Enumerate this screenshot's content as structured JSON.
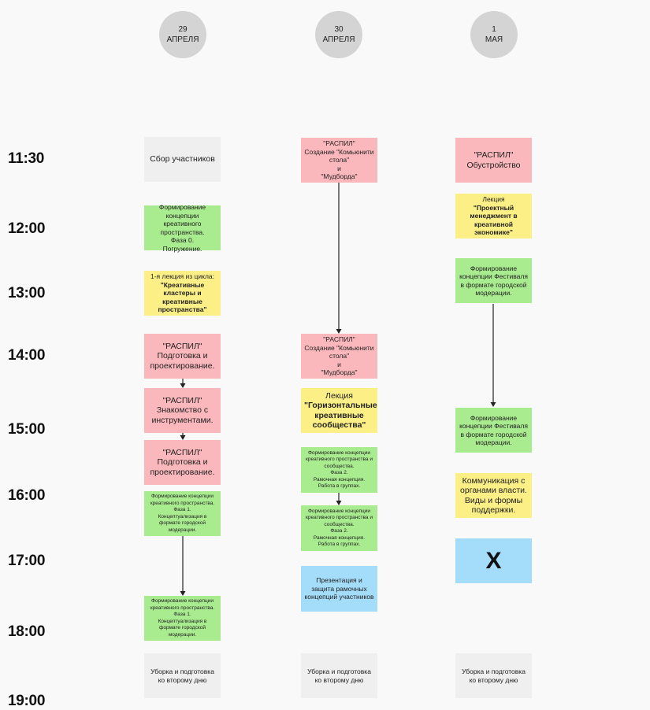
{
  "days": [
    {
      "number": "29",
      "month": "АПРЕЛЯ"
    },
    {
      "number": "30",
      "month": "АПРЕЛЯ"
    },
    {
      "number": "1",
      "month": "МАЯ"
    }
  ],
  "times": [
    "11:30",
    "12:00",
    "13:00",
    "14:00",
    "15:00",
    "16:00",
    "17:00",
    "18:00",
    "19:00"
  ],
  "colors": {
    "gray": "#efefef",
    "green": "#a9ec8f",
    "yellow": "#fbef86",
    "pink": "#fbb8bc",
    "blue": "#a4ddf9",
    "circle": "#d4d4d4"
  },
  "day1": {
    "gathering": "Сбор участников",
    "concept_phase0": [
      "Формирование концепции креативного пространства.",
      "Фаза 0.",
      "Погружение."
    ],
    "lecture1": {
      "intro": "1-я лекция из цикла:",
      "title": "\"Креативные кластеры и креативные пространства\""
    },
    "raspil1": [
      "\"РАСПИЛ\"",
      "Подготовка и проектирование."
    ],
    "raspil2": [
      "\"РАСПИЛ\"",
      "Знакомство с инструментами."
    ],
    "raspil3": [
      "\"РАСПИЛ\"",
      "Подготовка и проектирование."
    ],
    "concept_phase1_a": [
      "Формирование концепции креативного пространства.",
      "Фаза 1.",
      "Концептуализация в формате городской модерации."
    ],
    "concept_phase1_b": [
      "Формирование концепции креативного пространства.",
      "Фаза 1.",
      "Концептуализация в формате городской модерации."
    ],
    "cleanup": "Уборка и подготовка ко второму дню"
  },
  "day2": {
    "raspil1": [
      "\"РАСПИЛ\"",
      "Создание \"Комьюнити стола\"",
      "и",
      "\"Мудборда\""
    ],
    "raspil2": [
      "\"РАСПИЛ\"",
      "Создание \"Комьюнити стола\"",
      "и",
      "\"Мудборда\""
    ],
    "lecture": {
      "intro": "Лекция",
      "title": "\"Горизонтальные креативные сообщества\""
    },
    "concept_phase2_a": [
      "Формирование концепции креативного пространства и сообщества.",
      "Фаза 2.",
      "Рамочная концепция.",
      "Работа в группах."
    ],
    "concept_phase2_b": [
      "Формирование концепции креативного пространства и сообщества.",
      "Фаза 2.",
      "Рамочная концепция.",
      "Работа в группах."
    ],
    "presentation": "Презентация и защита рамочных концепций участников",
    "cleanup": "Уборка и подготовка ко второму дню"
  },
  "day3": {
    "raspil": [
      "\"РАСПИЛ\"",
      "Обустройство"
    ],
    "lecture": {
      "intro": "Лекция",
      "title": "\"Проектный менеджмент в креативной экономике\""
    },
    "festival_a": "Формирование концепции Фестиваля в формате городской модерации.",
    "festival_b": "Формирование концепции Фестиваля в формате городской модерации.",
    "communication": "Коммуникация с органами власти. Виды и формы поддержки.",
    "x_mark": "X",
    "cleanup": "Уборка и подготовка ко второму дню"
  }
}
